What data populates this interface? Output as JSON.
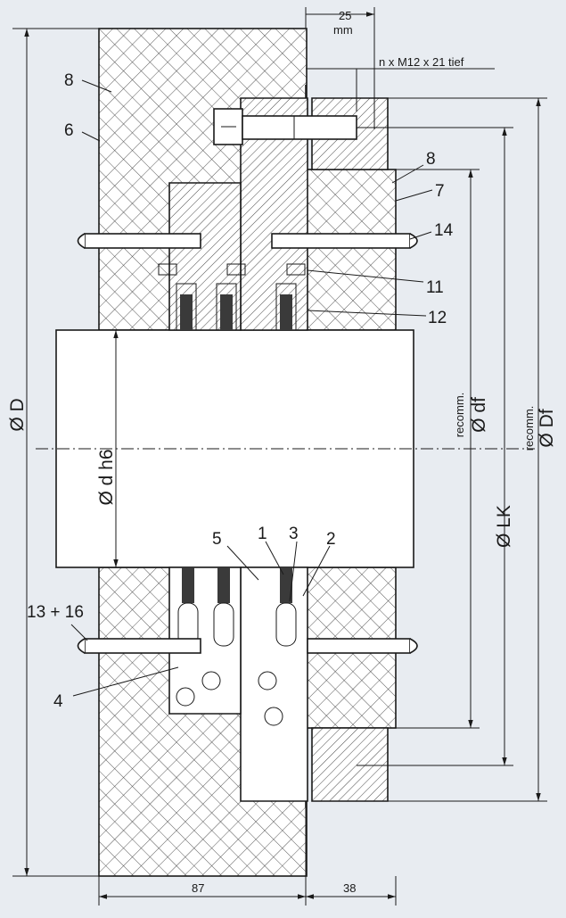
{
  "labels": {
    "l8a": "8",
    "l6": "6",
    "l8b": "8",
    "l7": "7",
    "l14": "14",
    "l11": "11",
    "l12": "12",
    "l5": "5",
    "l1": "1",
    "l3": "3",
    "l2": "2",
    "l13": "13 + 16",
    "l4": "4"
  },
  "dimensions": {
    "top_offset_value": "25",
    "top_offset_unit": "mm",
    "bolt_spec": "n x M12 x 21 tief",
    "outer_diameter": "Ø D",
    "shaft_diameter": "Ø d h6",
    "df_recomm": "recomm.",
    "df": "Ø df",
    "bolt_circle": "Ø LK",
    "Df_recomm": "recomm.",
    "Df": "Ø Df",
    "width_left": "87",
    "width_right": "38"
  },
  "colors": {
    "background": "#e8ecf1",
    "part": "#ffffff",
    "line": "#1a1a1a",
    "brush": "#3a3a3a"
  }
}
